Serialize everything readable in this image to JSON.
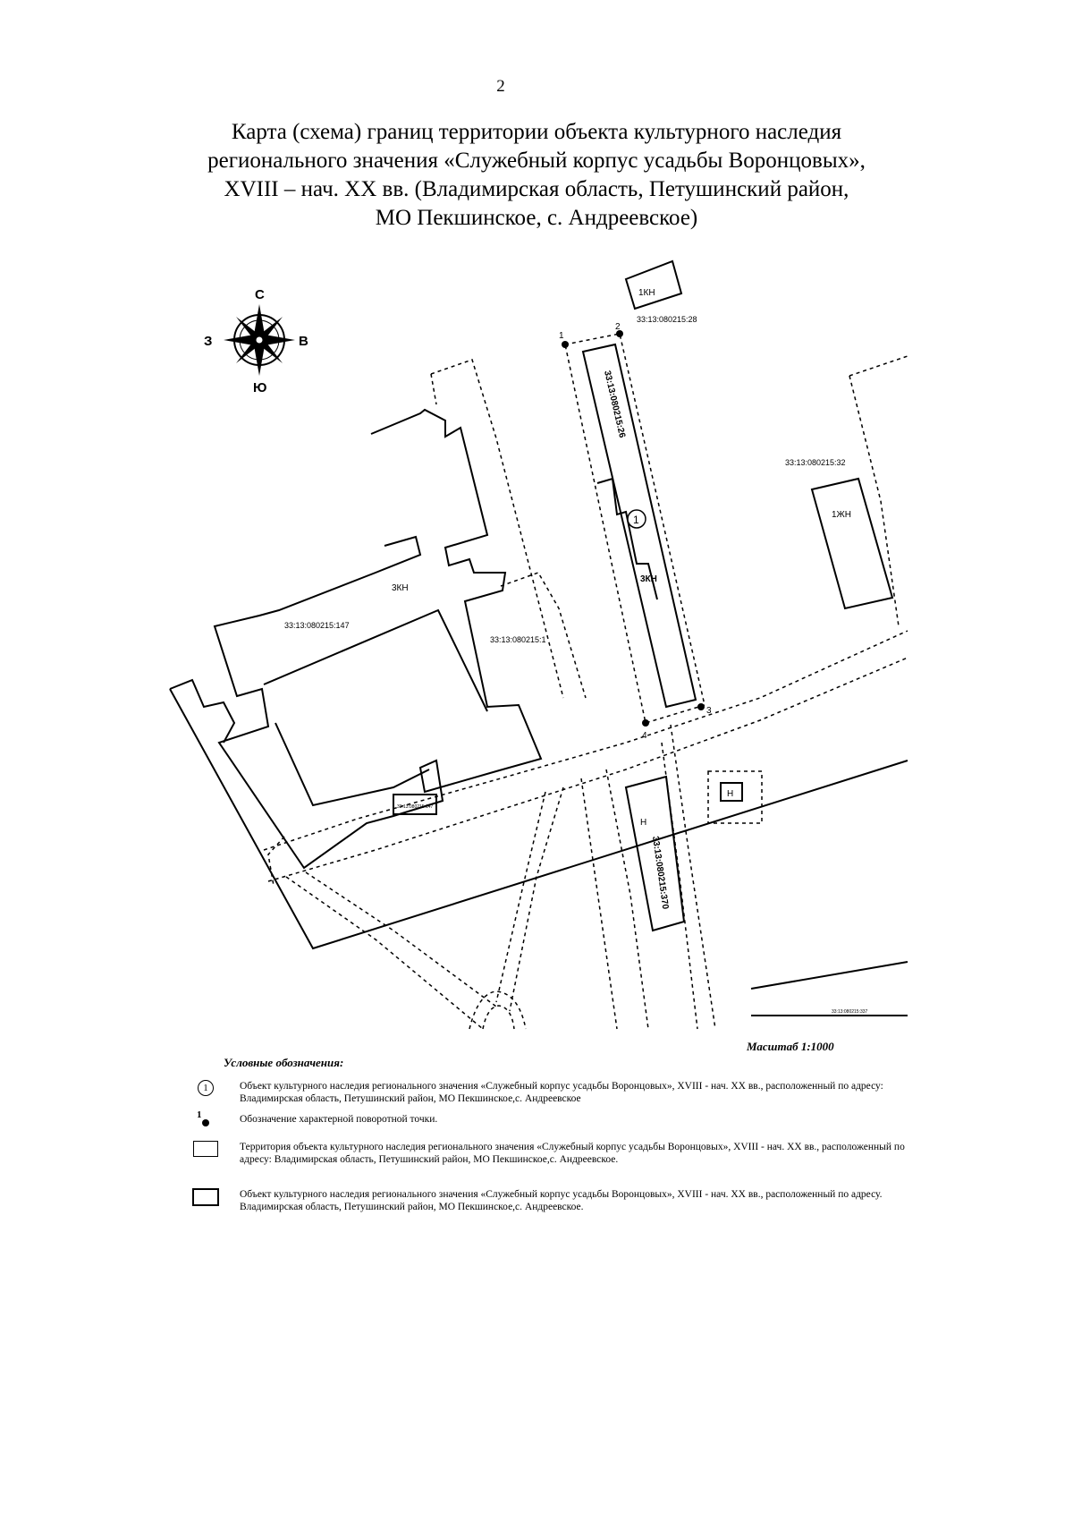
{
  "page_number": "2",
  "title_lines": [
    "Карта (схема) границ территории объекта культурного наследия",
    "регионального значения «Служебный корпус усадьбы Воронцовых»,",
    "XVIII – нач. XX вв. (Владимирская область, Петушинский район,",
    "МО Пекшинское, с. Андреевское)"
  ],
  "compass": {
    "north": "С",
    "south": "Ю",
    "west": "З",
    "east": "В"
  },
  "map_labels": {
    "bldg_1kn": "1КН",
    "parcel_28": "33:13:080215:28",
    "parcel_26": "33:13:080215:26",
    "parcel_32": "33:13:080215:32",
    "bldg_1zhn": "1ЖН",
    "object_marker": "1",
    "bldg_3kn_right": "3КН",
    "bldg_3kn_left": "3КН",
    "parcel_147": "33:13:080215:147",
    "parcel_1": "33:13:080215:1",
    "parcel_small": "33:13:080215:147",
    "bldg_n_small": "Н",
    "bldg_n": "Н",
    "parcel_370": "33:13:080215:370",
    "parcel_br": "33:13:080215:337",
    "point_1": "1",
    "point_2": "2",
    "point_3": "3",
    "point_4": "4"
  },
  "scale": "Масштаб 1:1000",
  "legend_title": "Условные обозначения:",
  "legend": [
    {
      "symbol": "circle",
      "marker": "1",
      "text": "Объект культурного наследия регионального значения «Служебный корпус усадьбы Воронцовых», XVIII - нач. XX вв., расположенный по адресу: Владимирская область, Петушинский район, МО Пекшинское,с. Андреевское"
    },
    {
      "symbol": "point",
      "marker": "1",
      "text": "Обозначение характерной поворотной точки."
    },
    {
      "symbol": "rect",
      "marker": "",
      "text": "Территория объекта культурного наследия регионального значения «Служебный корпус усадьбы Воронцовых», XVIII - нач. XX вв., расположенный по адресу: Владимирская область, Петушинский район, МО Пекшинское,с. Андреевское."
    },
    {
      "symbol": "rect-thick",
      "marker": "",
      "text": "Объект культурного наследия регионального значения «Служебный корпус усадьбы Воронцовых», XVIII - нач. XX вв., расположенный по адресу. Владимирская область, Петушинский район, МО Пекшинское,с. Андреевское."
    }
  ]
}
